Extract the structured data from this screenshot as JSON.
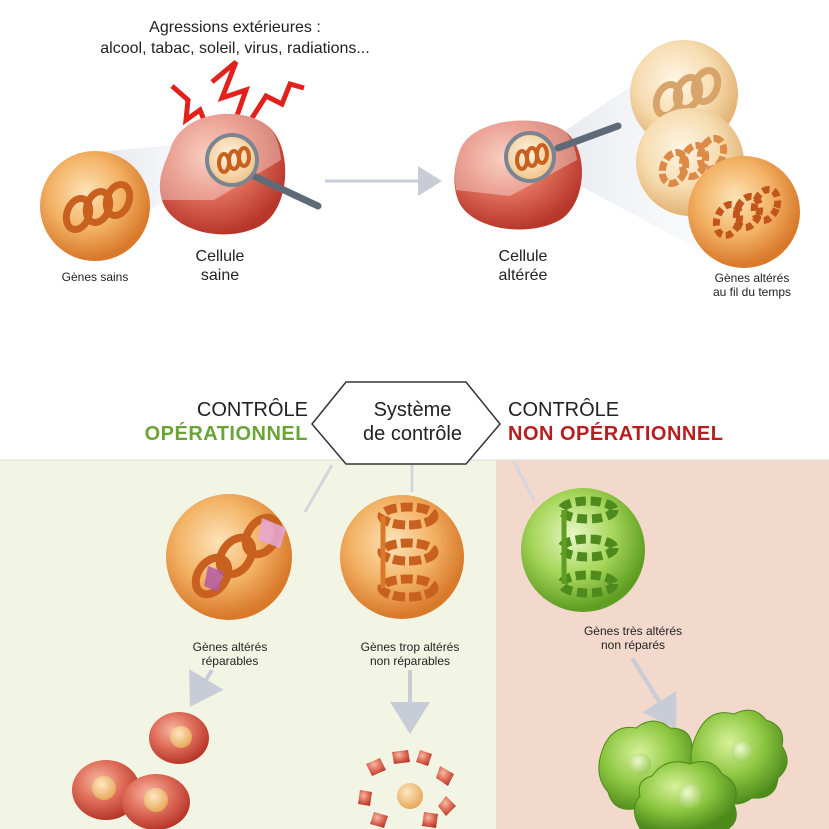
{
  "aggression": {
    "title": "Agressions extérieures :",
    "items": "alcool, tabac, soleil, virus, radiations..."
  },
  "top": {
    "healthy_genes": "Gènes sains",
    "healthy_cell": [
      "Cellule",
      "saine"
    ],
    "altered_cell": [
      "Cellule",
      "altérée"
    ],
    "altered_genes_time": [
      "Gènes altérés",
      "au fil du temps"
    ]
  },
  "control": {
    "left": [
      "CONTRÔLE",
      "OPÉRATIONNEL"
    ],
    "system": [
      "Système",
      "de contrôle"
    ],
    "right": [
      "CONTRÔLE",
      "NON  OPÉRATIONNEL"
    ]
  },
  "bottom": {
    "repairable": [
      "Gènes altérés",
      "réparables"
    ],
    "non_repairable": [
      "Gènes trop altérés",
      "non  réparables"
    ],
    "not_repaired": [
      "Gènes très altérés",
      "non  réparés"
    ]
  },
  "colors": {
    "operational": "#6aa436",
    "non_operational": "#b51f1f",
    "panel_left": "#f2f5e4",
    "panel_right": "#f2d9cc",
    "cell_red": "#d9594a",
    "sphere_orange": "#f0a656",
    "sphere_green": "#8cc640"
  }
}
